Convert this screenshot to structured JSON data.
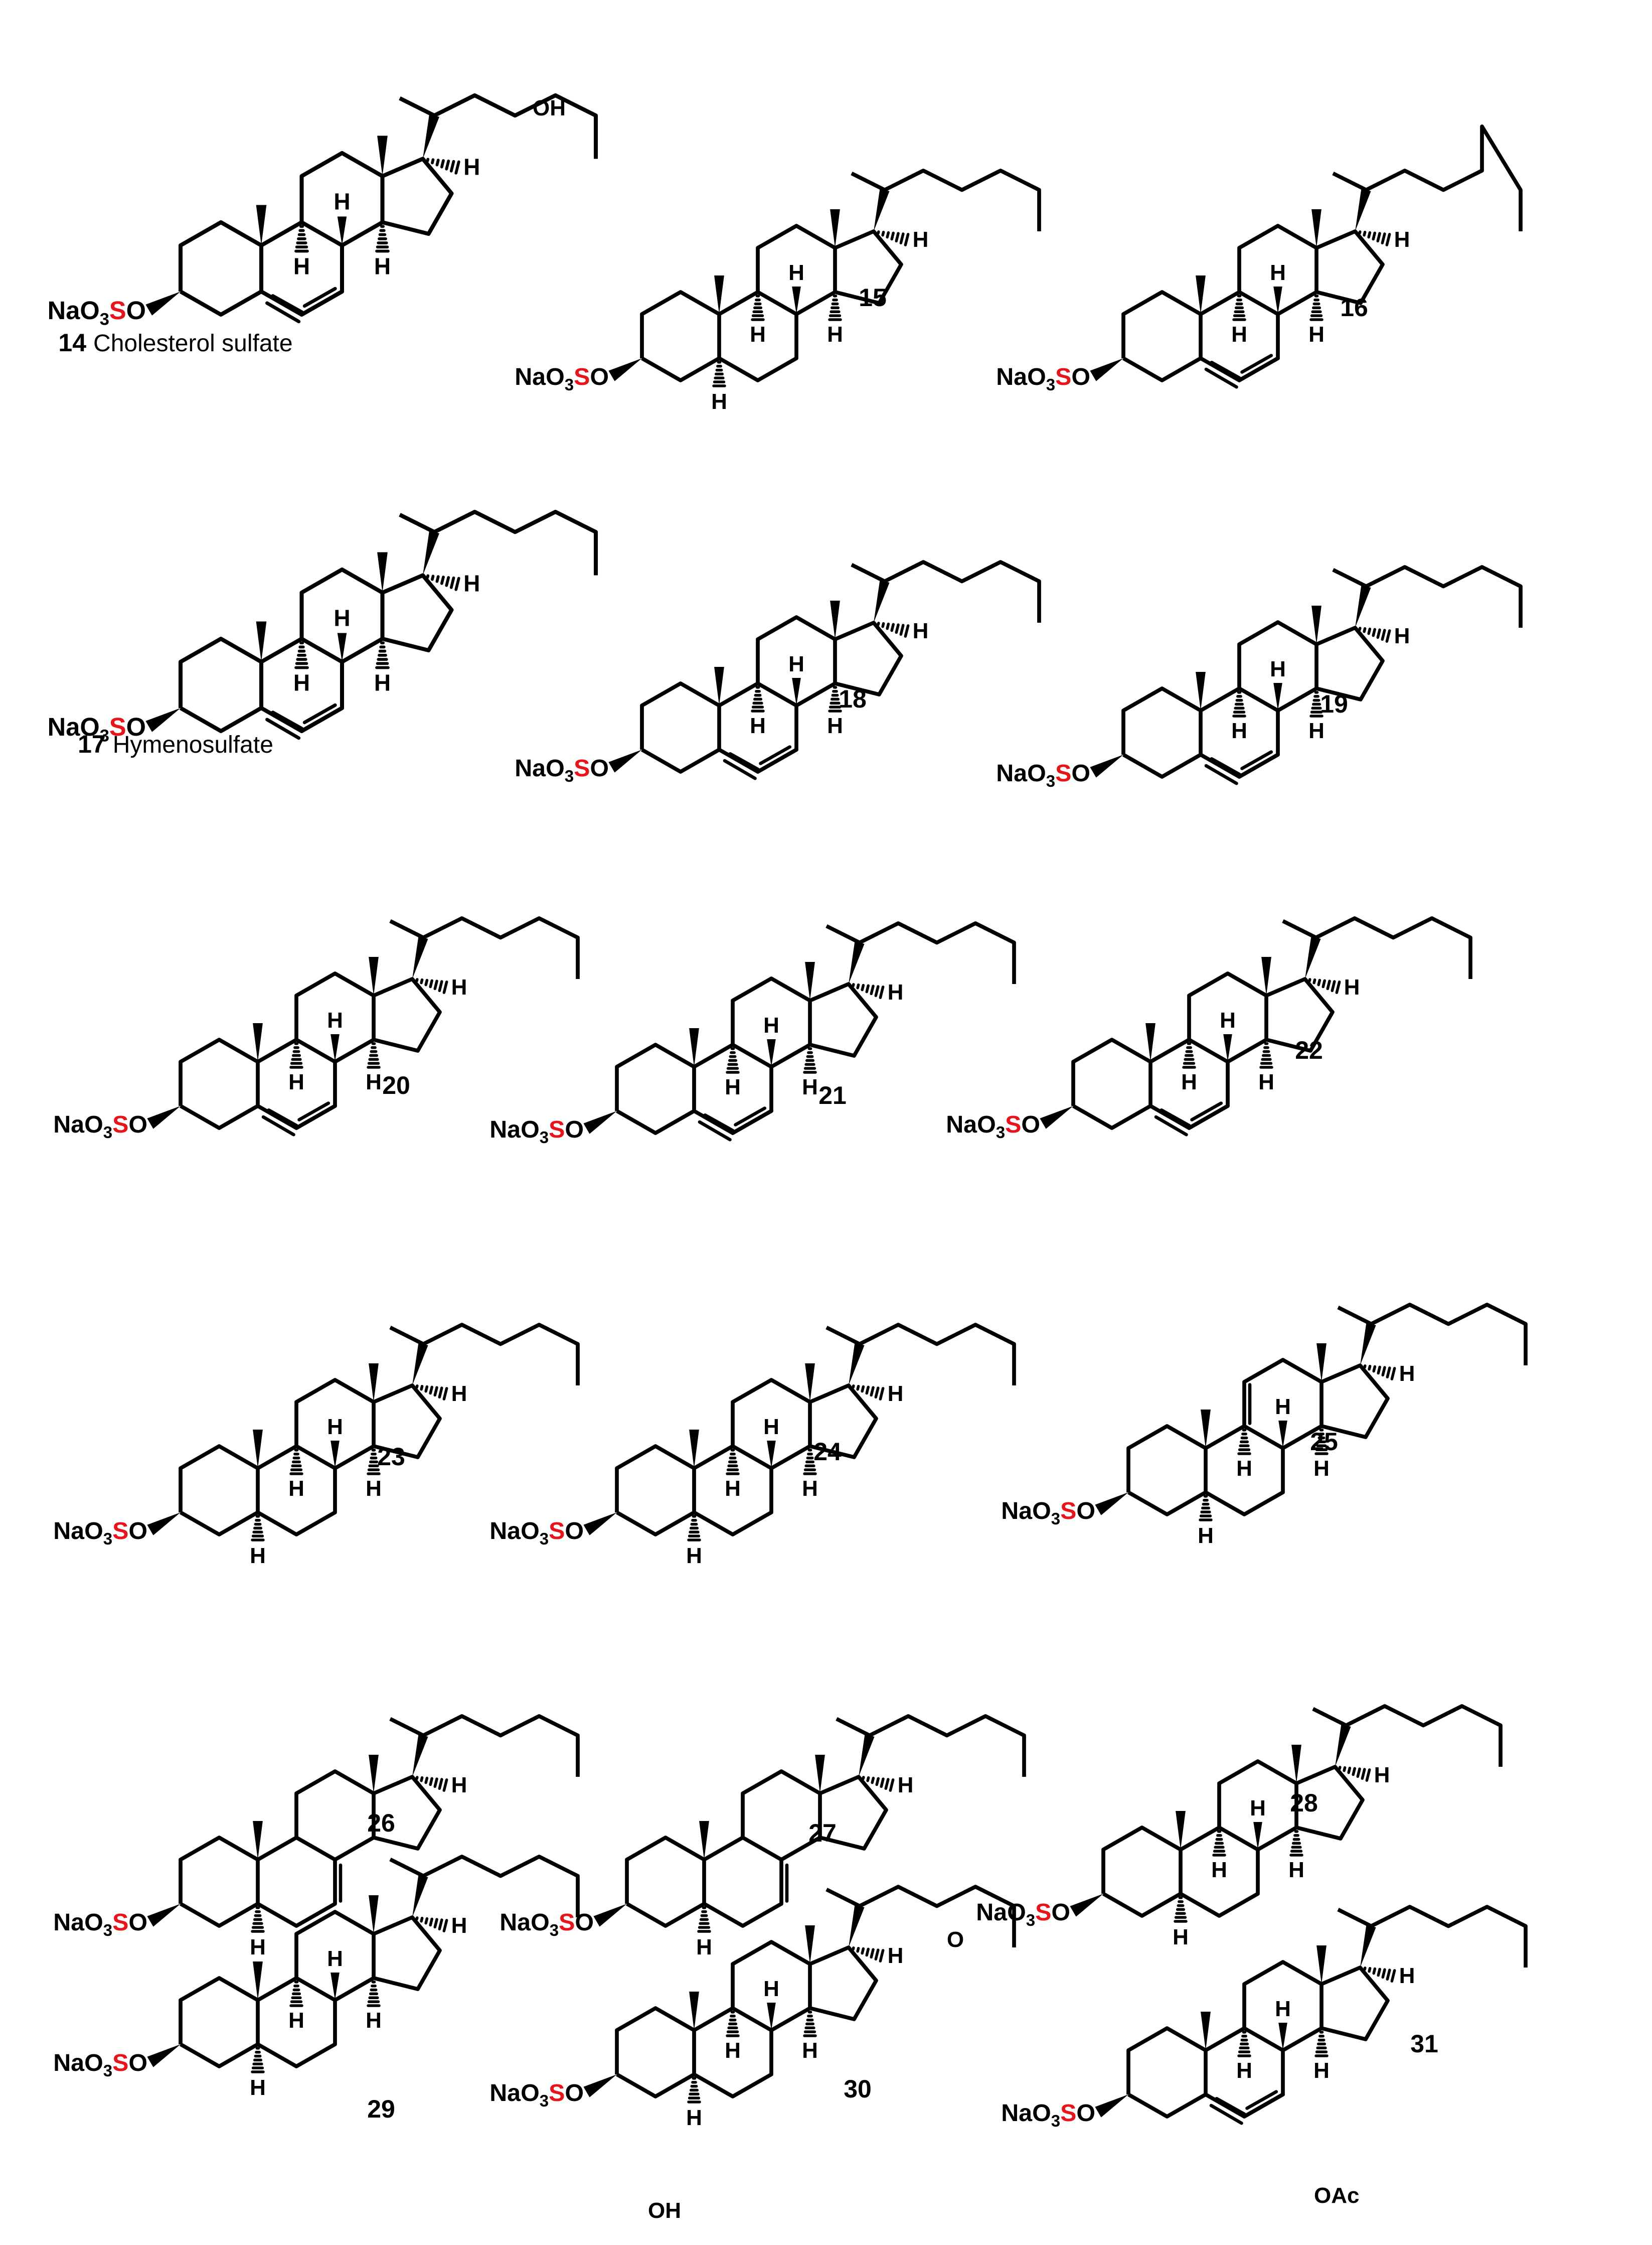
{
  "colors": {
    "ink": "#000000",
    "sulfur": "#e8141b"
  },
  "atoms": {
    "na": "NaO",
    "sub": "3",
    "s": "S",
    "o": "O",
    "h": "H",
    "oh": "OH",
    "oac": "OAc",
    "ketone_o": "O"
  },
  "compounds": [
    {
      "num": "14",
      "name": "Cholesterol sulfate"
    },
    {
      "num": "15",
      "name": ""
    },
    {
      "num": "16",
      "name": ""
    },
    {
      "num": "17",
      "name": "Hymenosulfate"
    },
    {
      "num": "18",
      "name": ""
    },
    {
      "num": "19",
      "name": ""
    },
    {
      "num": "20",
      "name": ""
    },
    {
      "num": "21",
      "name": ""
    },
    {
      "num": "22",
      "name": ""
    },
    {
      "num": "23",
      "name": ""
    },
    {
      "num": "24",
      "name": ""
    },
    {
      "num": "25",
      "name": ""
    },
    {
      "num": "26",
      "name": ""
    },
    {
      "num": "27",
      "name": ""
    },
    {
      "num": "28",
      "name": ""
    },
    {
      "num": "29",
      "name": ""
    },
    {
      "num": "30",
      "name": ""
    },
    {
      "num": "31",
      "name": ""
    }
  ]
}
